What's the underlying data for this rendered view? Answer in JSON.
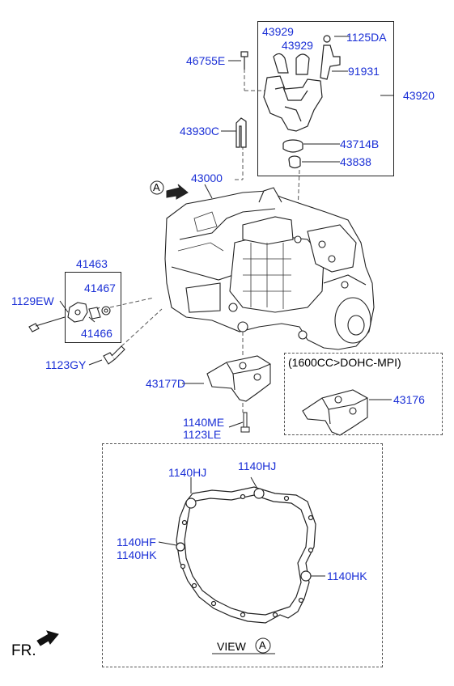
{
  "labels": {
    "p43929a": "43929",
    "p43929b": "43929",
    "p1125DA": "1125DA",
    "p46755E": "46755E",
    "p91931": "91931",
    "p43920": "43920",
    "p43930C": "43930C",
    "p43714B": "43714B",
    "p43838": "43838",
    "p43000": "43000",
    "p41463": "41463",
    "p41467": "41467",
    "p1129EW": "1129EW",
    "p41466": "41466",
    "p1123GY": "1123GY",
    "p43177D": "43177D",
    "p43176": "43176",
    "p1140ME": "1140ME",
    "p1123LE": "1123LE",
    "v1140HJ_a": "1140HJ",
    "v1140HJ_b": "1140HJ",
    "v1140HF": "1140HF",
    "v1140HK_a": "1140HK",
    "v1140HK_b": "1140HK"
  },
  "engine_note": "(1600CC>DOHC-MPI)",
  "view_label": "VIEW",
  "callout_letter": "A",
  "view_letter": "A",
  "front_label": "FR."
}
